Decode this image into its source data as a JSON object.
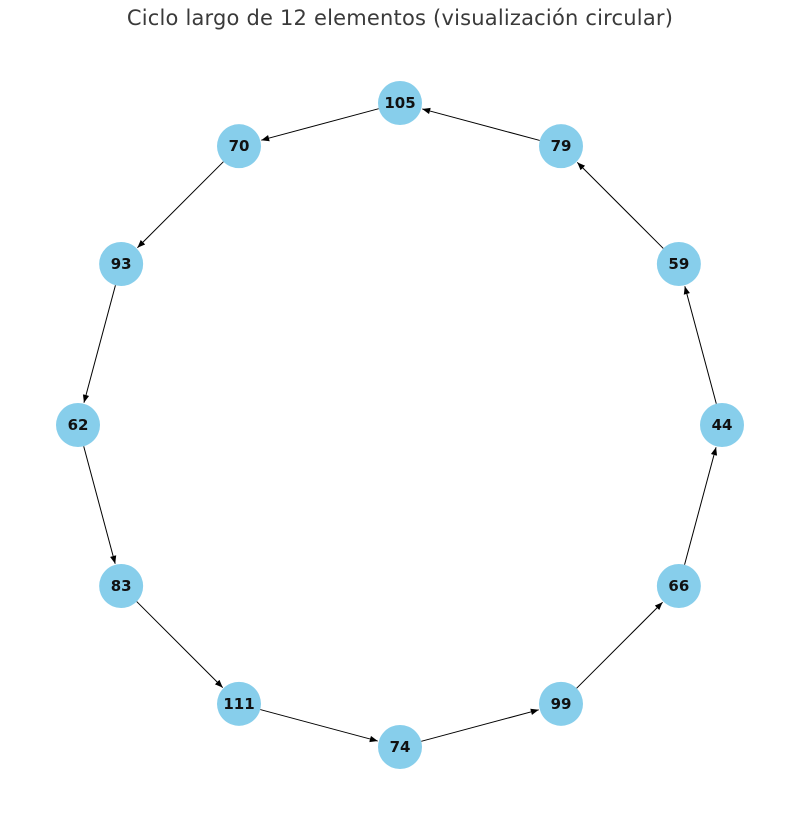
{
  "title": "Ciclo largo de 12 elementos (visualización circular)",
  "colors": {
    "node_fill": "#87ceeb",
    "edge": "#000000",
    "label": "#111111",
    "title": "#3a3a3a"
  },
  "nodes": [
    "44",
    "59",
    "79",
    "105",
    "70",
    "93",
    "62",
    "83",
    "111",
    "74",
    "99",
    "66"
  ],
  "edges": [
    [
      "44",
      "59"
    ],
    [
      "59",
      "79"
    ],
    [
      "79",
      "105"
    ],
    [
      "105",
      "70"
    ],
    [
      "70",
      "93"
    ],
    [
      "93",
      "62"
    ],
    [
      "62",
      "83"
    ],
    [
      "83",
      "111"
    ],
    [
      "111",
      "74"
    ],
    [
      "74",
      "99"
    ],
    [
      "99",
      "66"
    ],
    [
      "66",
      "44"
    ]
  ]
}
